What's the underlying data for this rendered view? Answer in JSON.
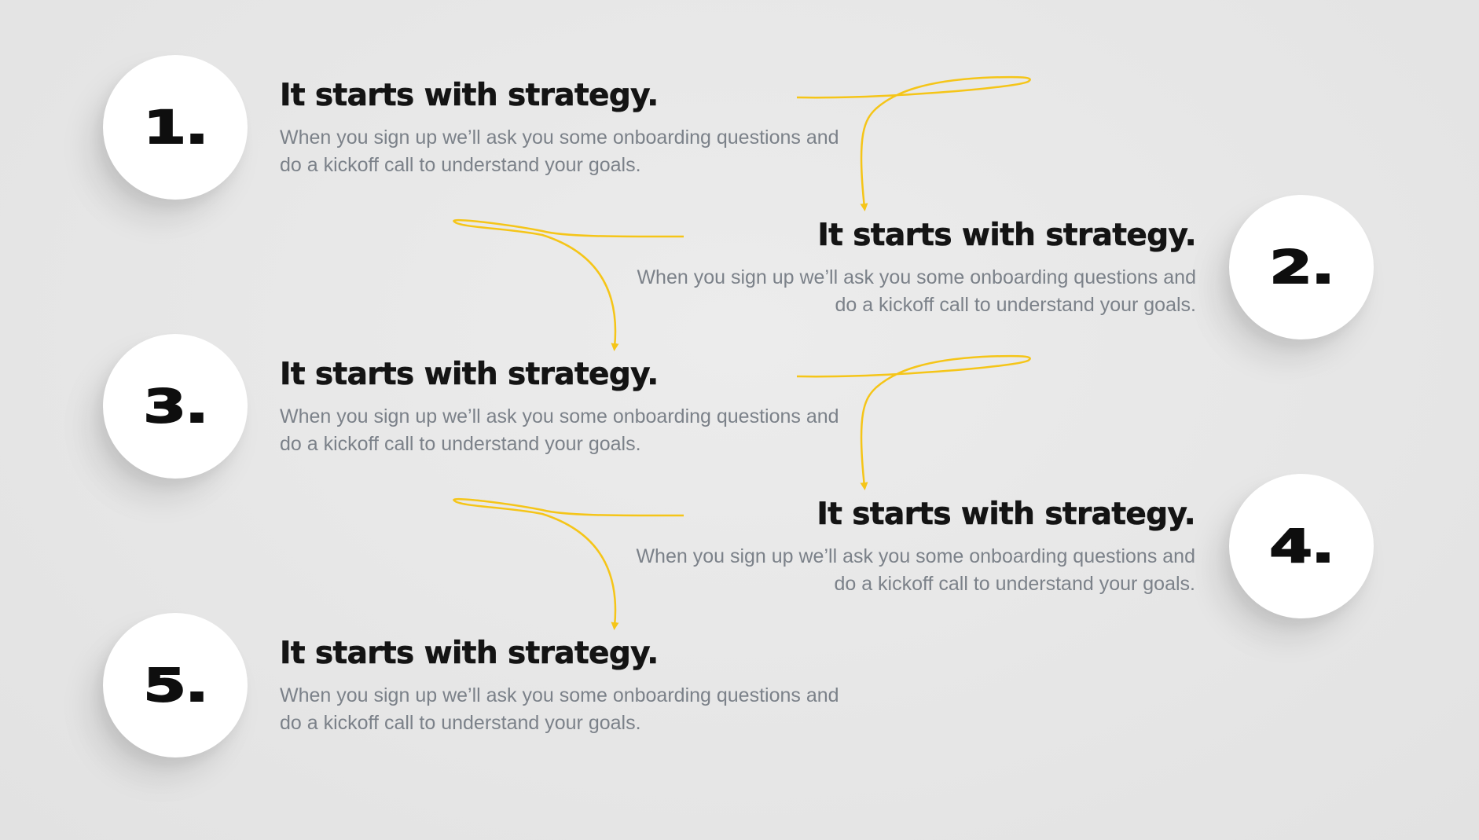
{
  "steps": [
    {
      "number": "1.",
      "title": "It starts with strategy.",
      "description": "When you sign up we’ll ask you some onboarding questions and do a kickoff call to understand your goals."
    },
    {
      "number": "2.",
      "title": "It starts with strategy.",
      "description": "When you sign up we’ll ask you some onboarding questions and do a kickoff call to understand your goals."
    },
    {
      "number": "3.",
      "title": "It starts with strategy.",
      "description": "When you sign up we’ll ask you some onboarding questions and do a kickoff call to understand your goals."
    },
    {
      "number": "4.",
      "title": "It starts with strategy.",
      "description": "When you sign up we’ll ask you some onboarding questions and do a kickoff call to understand your goals."
    },
    {
      "number": "5.",
      "title": "It starts with strategy.",
      "description": "When you sign up we’ll ask you some onboarding questions and do a kickoff call to understand your goals."
    }
  ],
  "colors": {
    "background": "#e8e8e8",
    "arrow": "#f5c518",
    "title": "#141414",
    "description": "#7b8189"
  }
}
